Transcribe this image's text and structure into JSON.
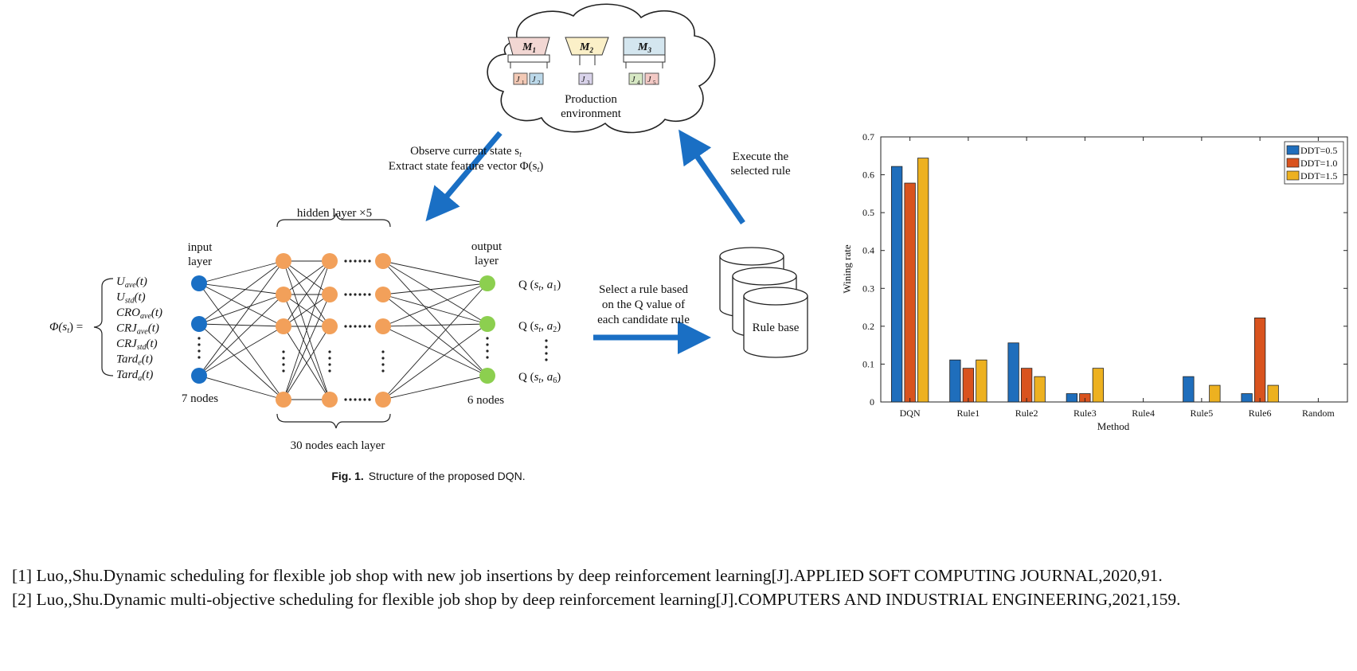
{
  "diagram": {
    "production": {
      "label_line1": "Production",
      "label_line2": "environment",
      "machines": [
        {
          "name": "M",
          "sub": "1",
          "color": "#f2d7d3"
        },
        {
          "name": "M",
          "sub": "2",
          "color": "#fbf0c8"
        },
        {
          "name": "M",
          "sub": "3",
          "color": "#d4e6ef"
        }
      ],
      "jobs": [
        {
          "name": "J",
          "sub": "1",
          "color": "#f3c9b5"
        },
        {
          "name": "J",
          "sub": "2",
          "color": "#bcd9ea"
        },
        {
          "name": "J",
          "sub": "3",
          "color": "#d9d3ea"
        },
        {
          "name": "J",
          "sub": "4",
          "color": "#d7e8c4"
        },
        {
          "name": "J",
          "sub": "5",
          "color": "#f3c9c5"
        }
      ]
    },
    "observe_line1": "Observe current state s",
    "observe_line1_sub": "t",
    "observe_line2": "Extract state feature vector Φ(s",
    "observe_line2_sub": "t",
    "observe_line2_end": ")",
    "execute_line1": "Execute the",
    "execute_line2": "selected rule",
    "hidden_layer_label": "hidden layer ×5",
    "input_layer_line1": "input",
    "input_layer_line2": "layer",
    "output_layer_line1": "output",
    "output_layer_line2": "layer",
    "input_nodes_label": "7 nodes",
    "output_nodes_label": "6 nodes",
    "hidden_nodes_label": "30 nodes each layer",
    "phi_label": "Φ(s",
    "phi_sub": "t",
    "phi_end": ") =",
    "features": [
      {
        "base": "U",
        "sub": "ave",
        "tail": "(t)"
      },
      {
        "base": "U",
        "sub": "std",
        "tail": "(t)"
      },
      {
        "base": "CRO",
        "sub": "ave",
        "tail": "(t)"
      },
      {
        "base": "CRJ",
        "sub": "ave",
        "tail": "(t)"
      },
      {
        "base": "CRJ",
        "sub": "std",
        "tail": "(t)"
      },
      {
        "base": "Tard",
        "sub": "e",
        "tail": "(t)"
      },
      {
        "base": "Tard",
        "sub": "a",
        "tail": "(t)"
      }
    ],
    "q_values": [
      {
        "sub": "1"
      },
      {
        "sub": "2"
      },
      {
        "sub": "6"
      }
    ],
    "select_line1": "Select a rule based",
    "select_line2": "on the Q value of",
    "select_line3": "each candidate rule",
    "rule_base_label": "Rule base",
    "caption_bold": "Fig. 1.",
    "caption_text": "Structure of the proposed DQN.",
    "colors": {
      "input_node": "#1a6fc4",
      "hidden_node": "#f2a05a",
      "output_node": "#8ccf4f",
      "arrow": "#1a6fc4"
    }
  },
  "chart_data": {
    "type": "bar",
    "categories": [
      "DQN",
      "Rule1",
      "Rule2",
      "Rule3",
      "Rule4",
      "Rule5",
      "Rule6",
      "Random"
    ],
    "series": [
      {
        "name": "DDT=0.5",
        "color": "#1f6ebc",
        "values": [
          0.622,
          0.111,
          0.156,
          0.022,
          0,
          0.067,
          0.022,
          0
        ]
      },
      {
        "name": "DDT=1.0",
        "color": "#d9531e",
        "values": [
          0.578,
          0.089,
          0.089,
          0.022,
          0,
          0,
          0.222,
          0
        ]
      },
      {
        "name": "DDT=1.5",
        "color": "#edb120",
        "values": [
          0.644,
          0.111,
          0.067,
          0.089,
          0,
          0.044,
          0.044,
          0
        ]
      }
    ],
    "xlabel": "Method",
    "ylabel": "Wining rate",
    "ylim": [
      0,
      0.7
    ],
    "yticks": [
      "0",
      "0.1",
      "0.2",
      "0.3",
      "0.4",
      "0.5",
      "0.6",
      "0.7"
    ],
    "legend_position": "top-right",
    "grid": false
  },
  "references": [
    "[1] Luo,,Shu.Dynamic scheduling for flexible job shop with new job insertions by deep reinforcement learning[J].APPLIED SOFT COMPUTING JOURNAL,2020,91.",
    "[2] Luo,,Shu.Dynamic multi-objective scheduling for flexible job shop by deep reinforcement learning[J].COMPUTERS AND INDUSTRIAL ENGINEERING,2021,159."
  ]
}
